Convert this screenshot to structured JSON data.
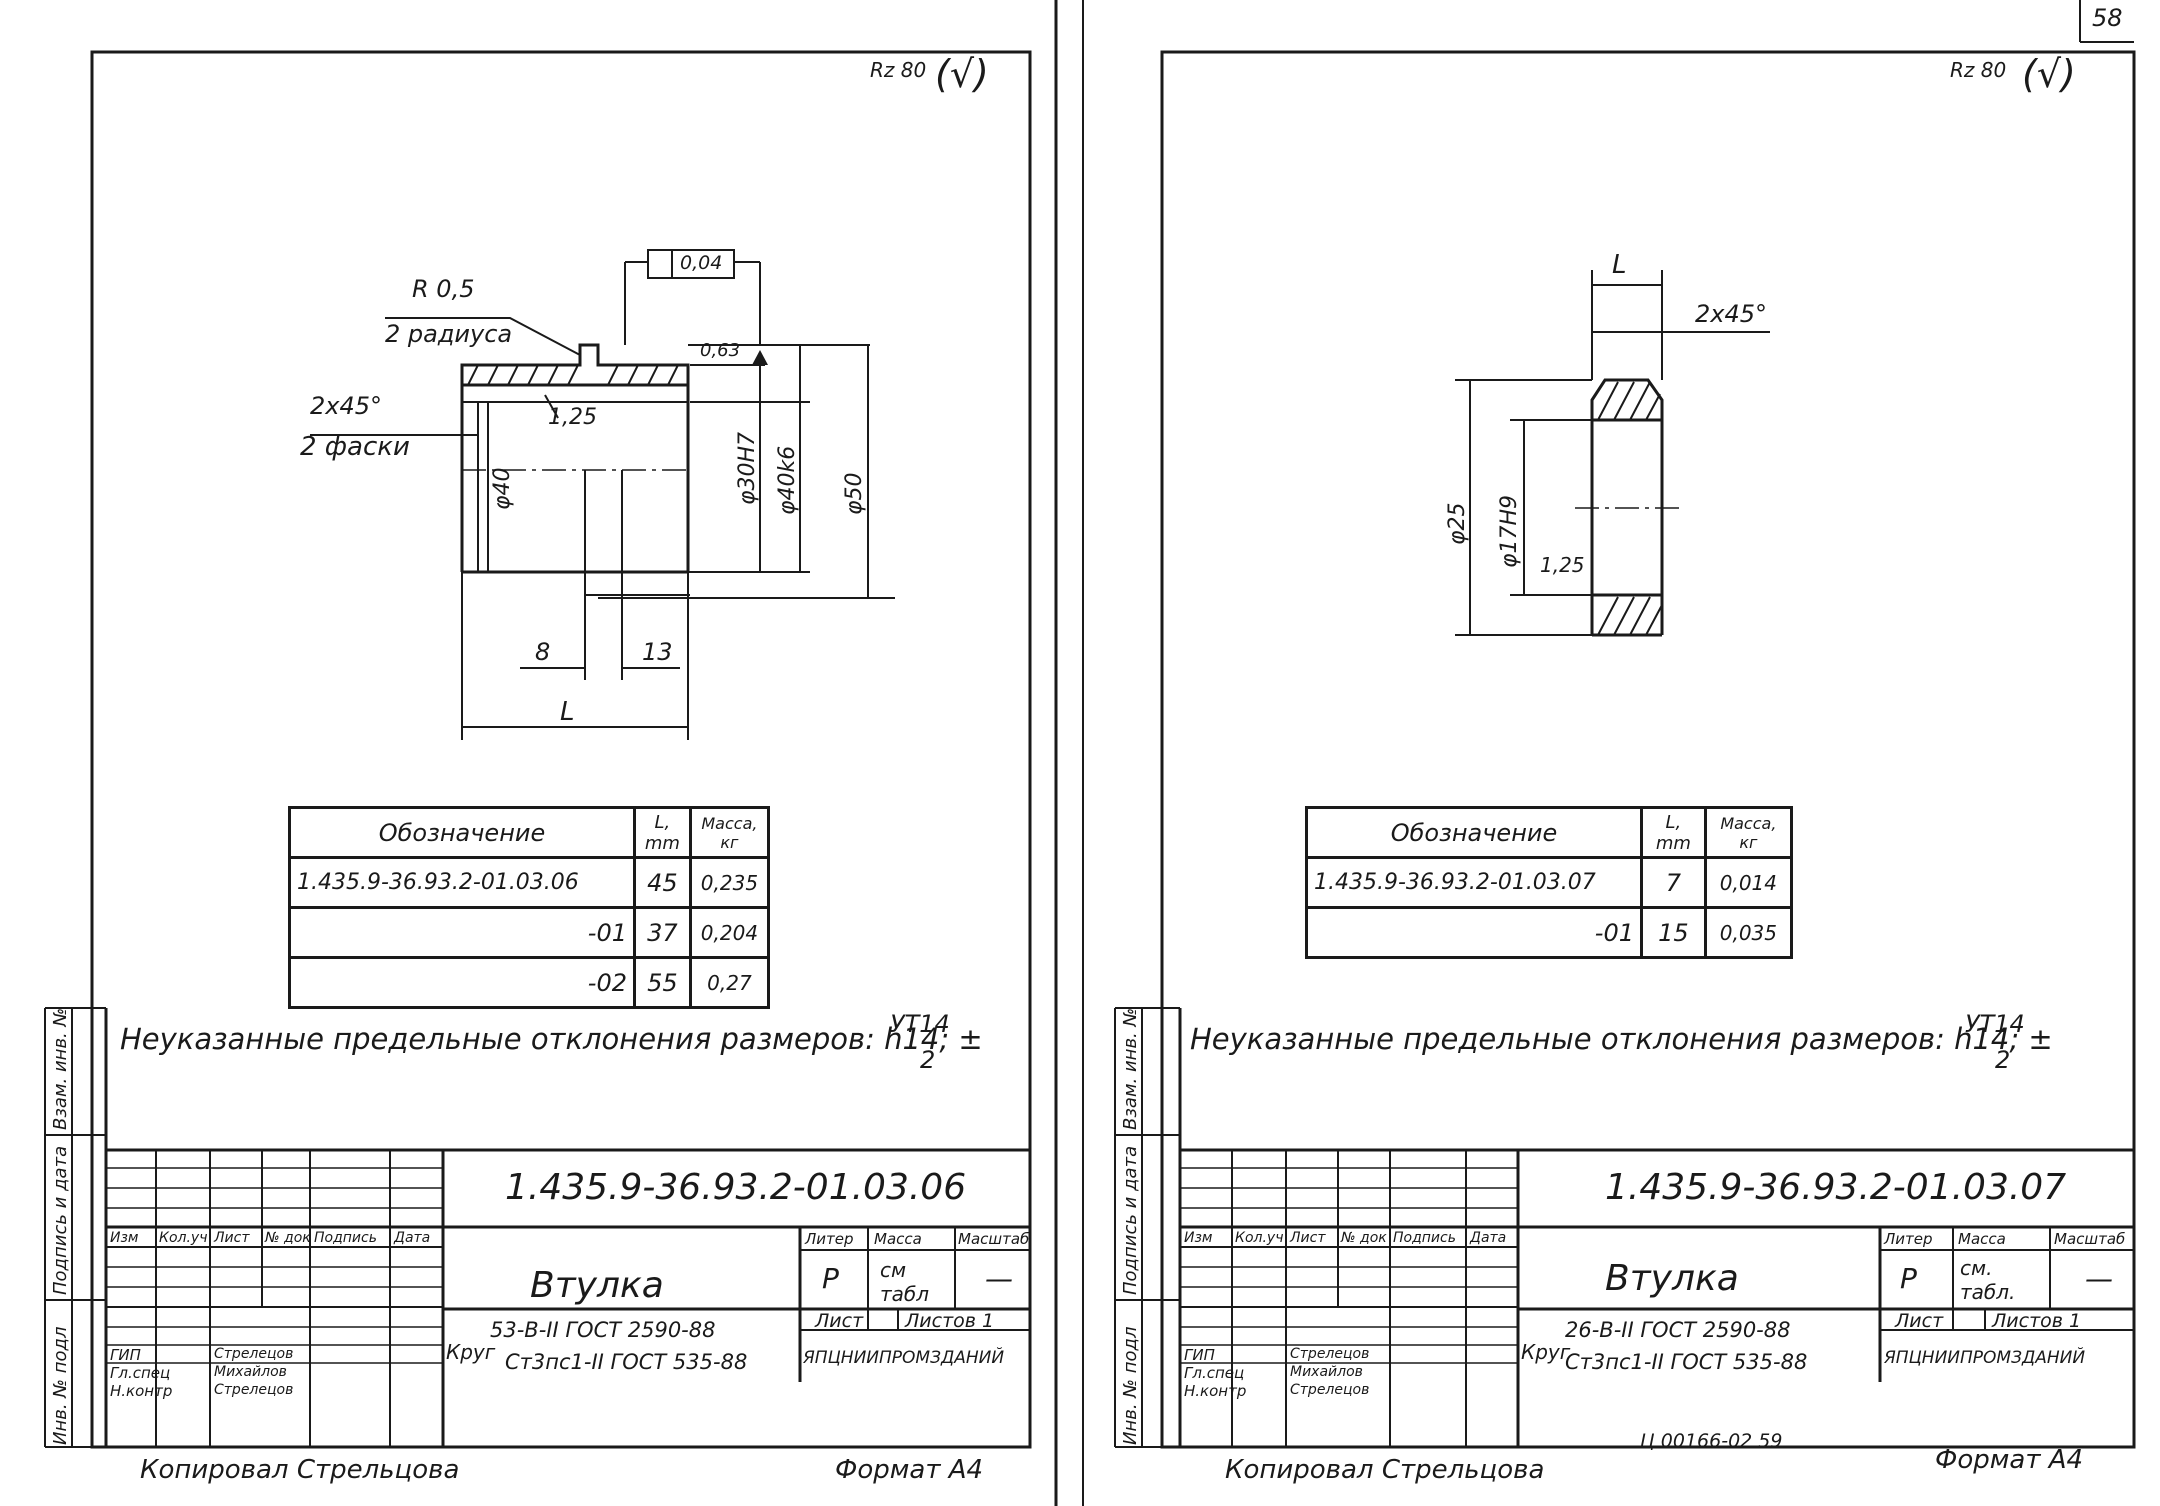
{
  "page_number": "58",
  "sheets": [
    {
      "roughness": "Rz 80",
      "roughness_symbol": "(√)",
      "drawing": {
        "tolerance_frame": "0,04",
        "radius_note": "R 0,5",
        "radius_note_2": "2 радиуса",
        "chamfer_note": "2x45°",
        "chamfer_note_2": "2 фаски",
        "dim_1_25": "1,25",
        "dim_d40": "φ40",
        "dim_d30": "φ30H7",
        "dim_d40k6": "φ40k6",
        "dim_d50": "φ50",
        "dim_8": "8",
        "dim_13": "13",
        "dim_L": "L",
        "runout": "0,63"
      },
      "table": {
        "headers": [
          "Обозначение",
          "L, mm",
          "Масса, кг"
        ],
        "rows": [
          [
            "1.435.9-36.93.2-01.03.06",
            "45",
            "0,235"
          ],
          [
            "-01",
            "37",
            "0,204"
          ],
          [
            "-02",
            "55",
            "0,27"
          ]
        ]
      },
      "note": "Неуказанные предельные отклонения размеров: h14; ±",
      "note_fraction_top": "УТ14",
      "note_fraction_bottom": "2",
      "title_block": {
        "designation": "1.435.9-36.93.2-01.03.06",
        "name": "Втулка",
        "lit_header": "Литер",
        "mass_header": "Масса",
        "scale_header": "Масштаб",
        "lit": "Р",
        "mass": "см табл",
        "scale": "—",
        "sheet": "Лист",
        "sheets": "Листов 1",
        "material_prefix": "Круг",
        "material_line1": "53-В-II ГОСТ 2590-88",
        "material_line2": "Ст3пс1-II ГОСТ 535-88",
        "org": "ЯПЦНИИПРОМЗДАНИЙ",
        "cols": [
          "Изм",
          "Кол.уч",
          "Лист",
          "№ док",
          "Подпись",
          "Дата"
        ],
        "roles": [
          "ГИП",
          "Гл.спец",
          "Н.контр"
        ],
        "people": [
          "Стрелецов",
          "Михайлов",
          "Стрелецов"
        ]
      },
      "side_labels": [
        "Инв. № подл",
        "Подпись и дата",
        "Взам. инв. №"
      ],
      "bottom_left": "Копировал Стрельцова",
      "bottom_right": "Формат А4"
    },
    {
      "roughness": "Rz 80",
      "roughness_symbol": "(√)",
      "drawing": {
        "dim_L": "L",
        "chamfer_note": "2x45°",
        "dim_d25": "φ25",
        "dim_d17": "φ17H9",
        "dim_1_25": "1,25"
      },
      "table": {
        "headers": [
          "Обозначение",
          "L, mm",
          "Масса, кг"
        ],
        "rows": [
          [
            "1.435.9-36.93.2-01.03.07",
            "7",
            "0,014"
          ],
          [
            "-01",
            "15",
            "0,035"
          ]
        ]
      },
      "note": "Неуказанные предельные отклонения размеров: h14; ±",
      "note_fraction_top": "УТ14",
      "note_fraction_bottom": "2",
      "title_block": {
        "designation": "1.435.9-36.93.2-01.03.07",
        "name": "Втулка",
        "lit_header": "Литер",
        "mass_header": "Масса",
        "scale_header": "Масштаб",
        "lit": "Р",
        "mass": "см. табл.",
        "scale": "—",
        "sheet": "Лист",
        "sheets": "Листов 1",
        "material_prefix": "Круг",
        "material_line1": "26-В-II ГОСТ 2590-88",
        "material_line2": "Ст3пс1-II ГОСТ 535-88",
        "org": "ЯПЦНИИПРОМЗДАНИЙ",
        "cols": [
          "Изм",
          "Кол.уч",
          "Лист",
          "№ док",
          "Подпись",
          "Дата"
        ],
        "roles": [
          "ГИП",
          "Гл.спец",
          "Н.контр"
        ],
        "people": [
          "Стрелецов",
          "Михайлов",
          "Стрелецов"
        ]
      },
      "side_labels": [
        "Инв. № подл",
        "Подпись и дата",
        "Взам. инв. №"
      ],
      "bottom_left": "Копировал Стрельцова",
      "bottom_center": "Ц 00166-02  59",
      "bottom_right": "Формат А4"
    }
  ]
}
